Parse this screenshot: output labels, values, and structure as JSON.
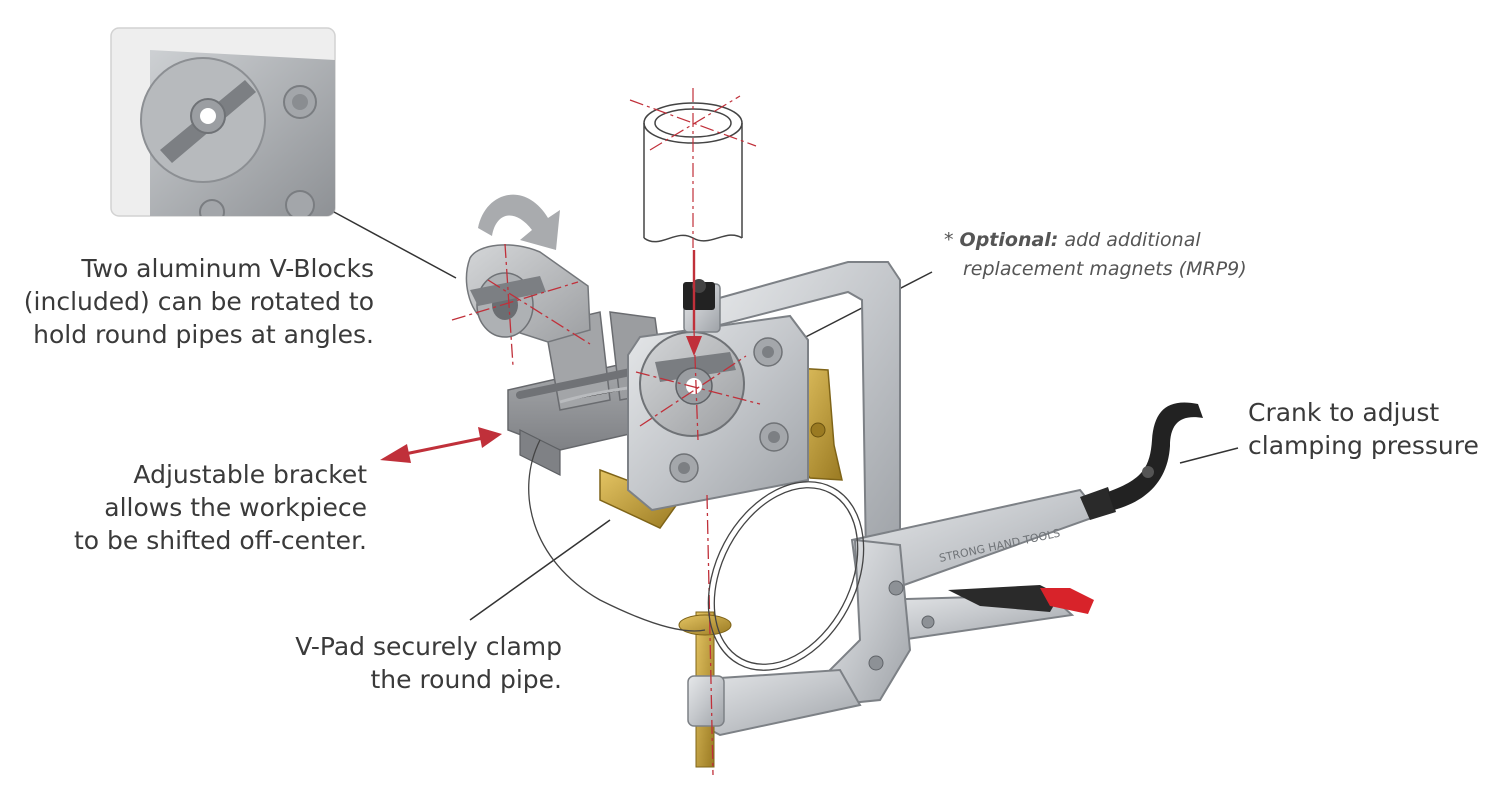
{
  "callouts": {
    "vblocks": {
      "lines": [
        "Two aluminum V-Blocks",
        "(included) can be rotated to",
        "hold round pipes at angles."
      ]
    },
    "bracket": {
      "lines": [
        "Adjustable bracket",
        "allows the workpiece",
        "to be shifted off-center."
      ]
    },
    "vpad": {
      "lines": [
        "V-Pad securely clamp",
        "the round pipe."
      ]
    },
    "crank": {
      "lines": [
        "Crank to adjust",
        "clamping pressure"
      ]
    },
    "optional": {
      "prefix": "* ",
      "bold": "Optional:",
      "line1_rest": " add additional",
      "line2": "replacement magnets (MRP9)"
    }
  },
  "colors": {
    "text": "#3a3a3a",
    "leader": "#333333",
    "axis_red": "#c0303a",
    "metal": "#c9ccd0",
    "aluminum": "#b8babd",
    "gray_bracket": "#9a9c9f",
    "magnet_gold": "#c9a23a",
    "handle_red": "#d8232a",
    "crank_black": "#222222",
    "rotate_arrow": "#a9abae"
  }
}
